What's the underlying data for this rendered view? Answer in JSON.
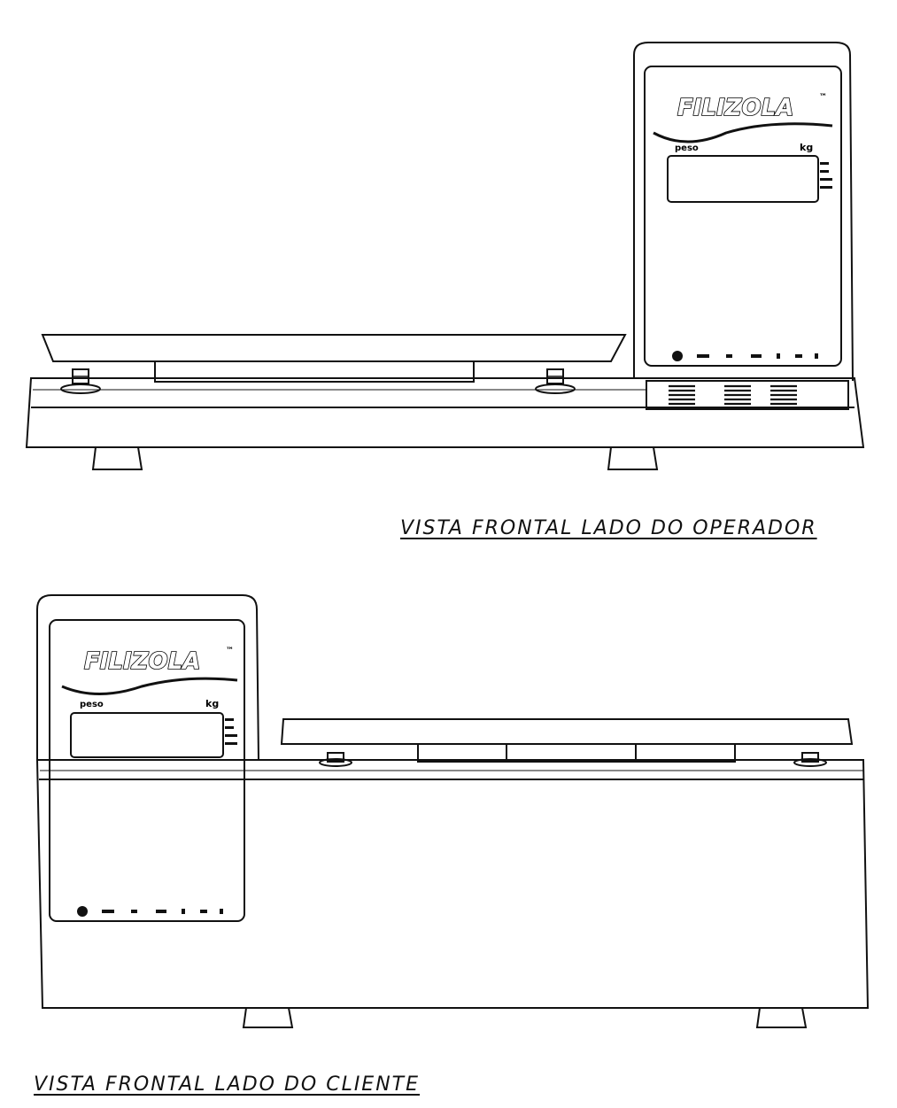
{
  "operator_view": {
    "caption": "VISTA FRONTAL LADO DO OPERADOR",
    "brand": "FILIZOLA",
    "trademark": "™",
    "weight_label": "peso",
    "unit_label": "kg"
  },
  "client_view": {
    "caption": "VISTA FRONTAL LADO DO CLIENTE",
    "brand": "FILIZOLA",
    "trademark": "™",
    "weight_label": "peso",
    "unit_label": "kg"
  }
}
